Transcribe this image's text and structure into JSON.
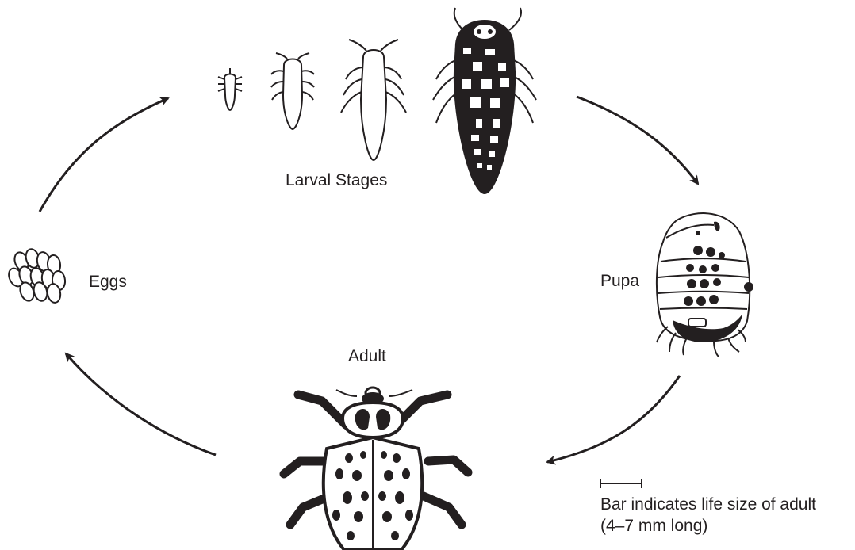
{
  "labels": {
    "larval": "Larval Stages",
    "eggs": "Eggs",
    "pupa": "Pupa",
    "adult": "Adult",
    "scale_line1": "Bar indicates life size of adult",
    "scale_line2": "(4–7 mm long)"
  },
  "colors": {
    "ink": "#231f20",
    "background": "#ffffff"
  }
}
